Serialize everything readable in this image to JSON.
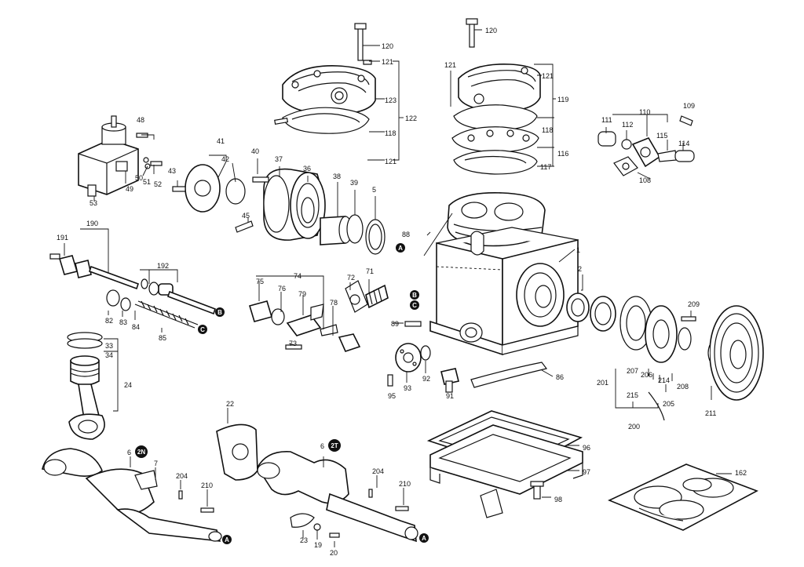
{
  "labels": [
    {
      "id": "l120a",
      "text": "120"
    },
    {
      "id": "l121a",
      "text": "121"
    },
    {
      "id": "l123",
      "text": "123"
    },
    {
      "id": "l122",
      "text": "122"
    },
    {
      "id": "l118a",
      "text": "118"
    },
    {
      "id": "l121b",
      "text": "121"
    },
    {
      "id": "l120b",
      "text": "120"
    },
    {
      "id": "l121c",
      "text": "121"
    },
    {
      "id": "l121d",
      "text": "121"
    },
    {
      "id": "l119",
      "text": "119"
    },
    {
      "id": "l118b",
      "text": "118"
    },
    {
      "id": "l116",
      "text": "116"
    },
    {
      "id": "l117",
      "text": "117"
    },
    {
      "id": "l109",
      "text": "109"
    },
    {
      "id": "l110",
      "text": "110"
    },
    {
      "id": "l111",
      "text": "111"
    },
    {
      "id": "l112",
      "text": "112"
    },
    {
      "id": "l115",
      "text": "115"
    },
    {
      "id": "l114",
      "text": "114"
    },
    {
      "id": "l108",
      "text": "108"
    },
    {
      "id": "l48",
      "text": "48"
    },
    {
      "id": "l50",
      "text": "50"
    },
    {
      "id": "l51",
      "text": "51"
    },
    {
      "id": "l52",
      "text": "52"
    },
    {
      "id": "l49",
      "text": "49"
    },
    {
      "id": "l53",
      "text": "53"
    },
    {
      "id": "l41",
      "text": "41"
    },
    {
      "id": "l42",
      "text": "42"
    },
    {
      "id": "l43",
      "text": "43"
    },
    {
      "id": "l40",
      "text": "40"
    },
    {
      "id": "l37",
      "text": "37"
    },
    {
      "id": "l36",
      "text": "36"
    },
    {
      "id": "l38",
      "text": "38"
    },
    {
      "id": "l39",
      "text": "39"
    },
    {
      "id": "l5",
      "text": "5"
    },
    {
      "id": "l45",
      "text": "45"
    },
    {
      "id": "l88",
      "text": "88"
    },
    {
      "id": "l1",
      "text": "1"
    },
    {
      "id": "l2",
      "text": "2"
    },
    {
      "id": "l190",
      "text": "190"
    },
    {
      "id": "l191",
      "text": "191"
    },
    {
      "id": "l192",
      "text": "192"
    },
    {
      "id": "l82",
      "text": "82"
    },
    {
      "id": "l83",
      "text": "83"
    },
    {
      "id": "l84",
      "text": "84"
    },
    {
      "id": "l85",
      "text": "85"
    },
    {
      "id": "l75",
      "text": "75"
    },
    {
      "id": "l74",
      "text": "74"
    },
    {
      "id": "l76",
      "text": "76"
    },
    {
      "id": "l79",
      "text": "79"
    },
    {
      "id": "l78",
      "text": "78"
    },
    {
      "id": "l73",
      "text": "73"
    },
    {
      "id": "l72",
      "text": "72"
    },
    {
      "id": "l71",
      "text": "71"
    },
    {
      "id": "l89",
      "text": "89"
    },
    {
      "id": "l209",
      "text": "209"
    },
    {
      "id": "l33",
      "text": "33"
    },
    {
      "id": "l34",
      "text": "34"
    },
    {
      "id": "l24",
      "text": "24"
    },
    {
      "id": "l93",
      "text": "93"
    },
    {
      "id": "l92",
      "text": "92"
    },
    {
      "id": "l95",
      "text": "95"
    },
    {
      "id": "l91",
      "text": "91"
    },
    {
      "id": "l86",
      "text": "86"
    },
    {
      "id": "l201",
      "text": "201"
    },
    {
      "id": "l207",
      "text": "207"
    },
    {
      "id": "l206",
      "text": "206"
    },
    {
      "id": "l214",
      "text": "214"
    },
    {
      "id": "l208",
      "text": "208"
    },
    {
      "id": "l215",
      "text": "215"
    },
    {
      "id": "l205",
      "text": "205"
    },
    {
      "id": "l200",
      "text": "200"
    },
    {
      "id": "l211",
      "text": "211"
    },
    {
      "id": "l22",
      "text": "22"
    },
    {
      "id": "l6a",
      "text": "6"
    },
    {
      "id": "l7",
      "text": "7"
    },
    {
      "id": "l204a",
      "text": "204"
    },
    {
      "id": "l210a",
      "text": "210"
    },
    {
      "id": "l6b",
      "text": "6"
    },
    {
      "id": "l204b",
      "text": "204"
    },
    {
      "id": "l210b",
      "text": "210"
    },
    {
      "id": "l23",
      "text": "23"
    },
    {
      "id": "l19",
      "text": "19"
    },
    {
      "id": "l20",
      "text": "20"
    },
    {
      "id": "l96",
      "text": "96"
    },
    {
      "id": "l97",
      "text": "97"
    },
    {
      "id": "l98",
      "text": "98"
    },
    {
      "id": "l162",
      "text": "162"
    }
  ],
  "markers": {
    "A": "A",
    "B": "B",
    "C": "C",
    "crank_2N": "2N",
    "crank_2T": "2T"
  },
  "colors": {
    "ink": "#111111",
    "paper": "#ffffff",
    "marker_fill": "#111111"
  }
}
